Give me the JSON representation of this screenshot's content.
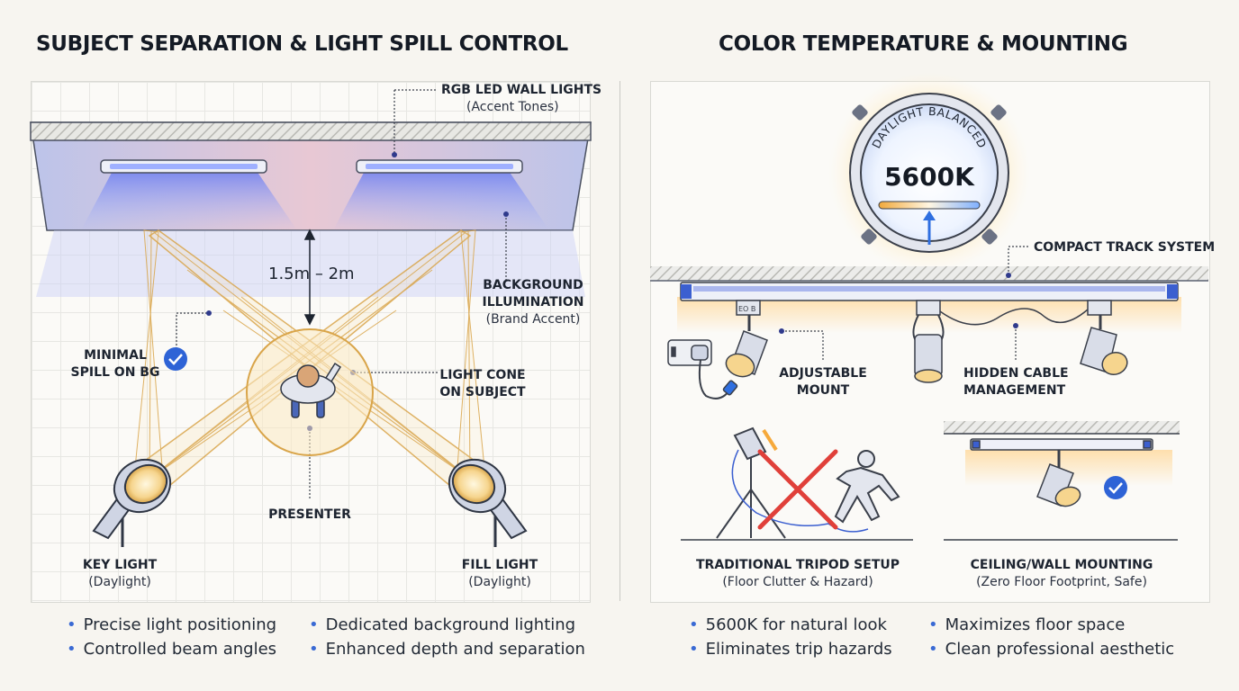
{
  "left": {
    "title": "SUBJECT SEPARATION & LIGHT SPILL CONTROL",
    "rgb_label": "RGB LED WALL LIGHTS",
    "rgb_sub": "(Accent Tones)",
    "distance": "1.5m – 2m",
    "bg_label_1": "BACKGROUND",
    "bg_label_2": "ILLUMINATION",
    "bg_sub": "(Brand Accent)",
    "spill_1": "MINIMAL",
    "spill_2": "SPILL ON BG",
    "cone_1": "LIGHT CONE",
    "cone_2": "ON SUBJECT",
    "presenter": "PRESENTER",
    "key_label": "KEY LIGHT",
    "key_sub": "(Daylight)",
    "fill_label": "FILL LIGHT",
    "fill_sub": "(Daylight)",
    "bullets": [
      "Precise light positioning",
      "Controlled beam angles",
      "Dedicated background lighting",
      "Enhanced depth and separation"
    ]
  },
  "right": {
    "title": "COLOR TEMPERATURE & MOUNTING",
    "dial_arc": "DAYLIGHT BALANCED",
    "dial_value": "5600K",
    "track_label": "COMPACT TRACK SYSTEM",
    "track_tag": "EO B",
    "mount_1": "ADJUSTABLE",
    "mount_2": "MOUNT",
    "cable_1": "HIDDEN CABLE",
    "cable_2": "MANAGEMENT",
    "tripod_label": "TRADITIONAL TRIPOD SETUP",
    "tripod_sub": "(Floor Clutter & Hazard)",
    "ceiling_label": "CEILING/WALL MOUNTING",
    "ceiling_sub": "(Zero Floor Footprint, Safe)",
    "bullets": [
      "5600K for natural look",
      "Eliminates trip hazards",
      "Maximizes floor space",
      "Clean professional aesthetic"
    ]
  },
  "colors": {
    "accent_blue": "#2f6fe0",
    "cone_gold": "#d9a54a",
    "check_blue": "#2e63d6",
    "cross_red": "#e0403a"
  }
}
